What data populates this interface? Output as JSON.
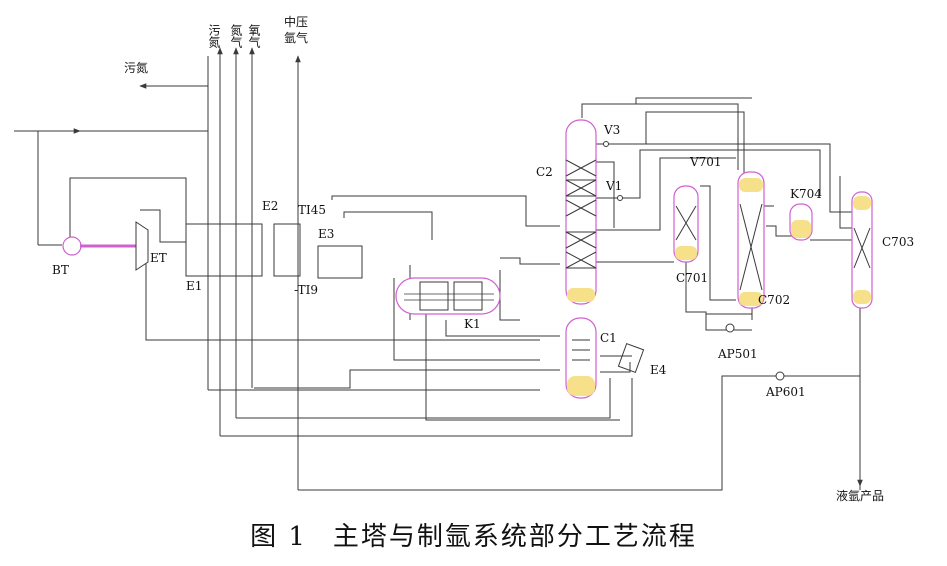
{
  "labels": {
    "bt": "BT",
    "et": "ET",
    "e1": "E1",
    "e2": "E2",
    "e3": "E3",
    "ti45": "TI45",
    "ti9": "-TI9",
    "k1": "K1",
    "c1": "C1",
    "c2": "C2",
    "v3": "V3",
    "v1": "V1",
    "v701": "V701",
    "c701": "C701",
    "c702": "C702",
    "k704": "K704",
    "c703": "C703",
    "ap501": "AP501",
    "ap601": "AP601",
    "e4": "E4",
    "waste_n2_left": "污氮",
    "top_waste_n2": "污氮",
    "top_n2": "氮气",
    "top_o2": "氧气",
    "top_mp_ar": "中压氩气",
    "liquid_ar": "液氩产品"
  },
  "caption": {
    "number": "图 1",
    "title": "主塔与制氩系统部分工艺流程"
  },
  "colors": {
    "line": "#3a3a3a",
    "vessel_outline": "#d060d0",
    "liquid": "#f7e08a"
  }
}
